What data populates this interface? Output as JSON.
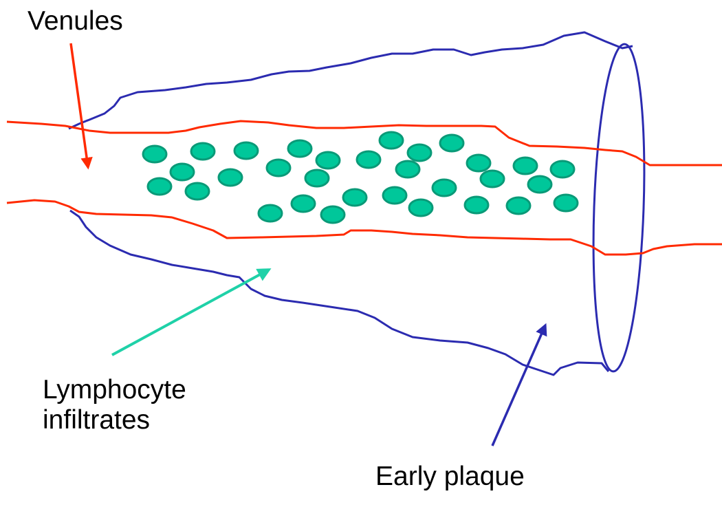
{
  "labels": {
    "venules": "Venules",
    "lymphocyte_line1": "Lymphocyte",
    "lymphocyte_line2": "infiltrates",
    "early_plaque": "Early plaque"
  },
  "colors": {
    "venule": "#ff2a00",
    "plaque": "#2b2bb0",
    "cell_fill": "#00c79a",
    "cell_stroke": "#0a9a78",
    "lymph_arrow": "#1fd1a8",
    "text": "#000000"
  }
}
